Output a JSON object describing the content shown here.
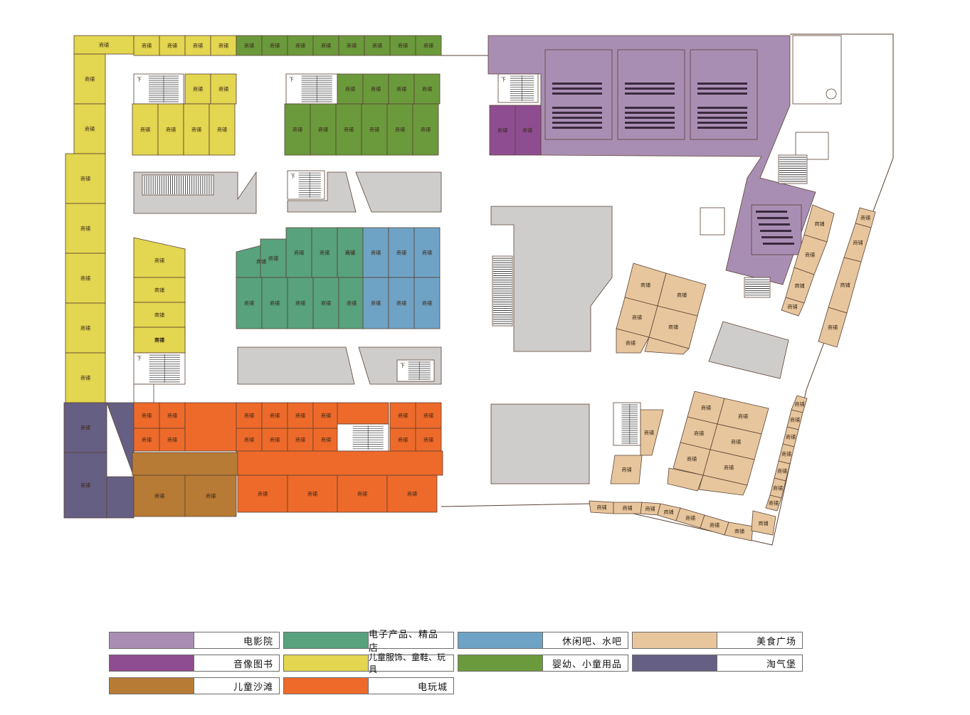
{
  "store_label": "商铺",
  "stair_label": "下",
  "colors": {
    "cinema": "#a98eb4",
    "audio_books": "#8e4d91",
    "kids_beach": "#b87b35",
    "electronics": "#58a27e",
    "kids_clothing": "#e3d650",
    "arcade": "#ee6a2a",
    "leisure_bar": "#6fa3c6",
    "baby": "#6b9a3c",
    "food_court": "#e8c69d",
    "naughty_castle": "#665f84",
    "common": "#cfcdcc",
    "line": "#5a4233"
  },
  "legend": [
    {
      "key": "cinema",
      "label": "电影院",
      "color": "#a98eb4"
    },
    {
      "key": "electronics",
      "label": "电子产品、精品店",
      "color": "#58a27e"
    },
    {
      "key": "leisure_bar",
      "label": "休闲吧、水吧",
      "color": "#6fa3c6"
    },
    {
      "key": "food_court",
      "label": "美食广场",
      "color": "#e8c69d"
    },
    {
      "key": "audio_books",
      "label": "音像图书",
      "color": "#8e4d91"
    },
    {
      "key": "kids_clothing",
      "label": "儿童服饰、童鞋、玩具",
      "color": "#e3d650"
    },
    {
      "key": "baby",
      "label": "婴幼、小童用品",
      "color": "#6b9a3c"
    },
    {
      "key": "naughty_castle",
      "label": "淘气堡",
      "color": "#665f84"
    },
    {
      "key": "kids_beach",
      "label": "儿童沙滩",
      "color": "#b87b35"
    },
    {
      "key": "arcade",
      "label": "电玩城",
      "color": "#ee6a2a"
    }
  ]
}
